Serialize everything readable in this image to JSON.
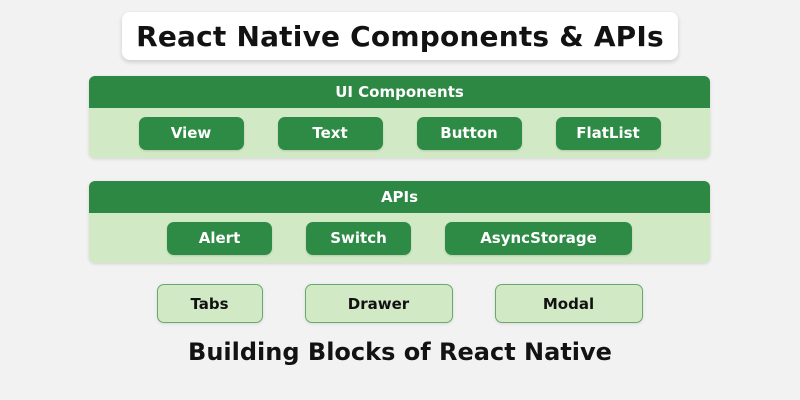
{
  "colors": {
    "background": "#f2f2f2",
    "header_green": "#2c8843",
    "pill_green": "#2e8b46",
    "panel_light_green": "#d2e9c6",
    "outline_border": "#69a96d",
    "title_card": "#ffffff",
    "text_dark": "#121212",
    "text_light": "#ffffff"
  },
  "title": {
    "text": "React Native Components & APIs"
  },
  "groups": [
    {
      "header": "UI Components",
      "items": [
        {
          "label": "View"
        },
        {
          "label": "Text"
        },
        {
          "label": "Button"
        },
        {
          "label": "FlatList"
        }
      ]
    },
    {
      "header": "APIs",
      "items": [
        {
          "label": "Alert"
        },
        {
          "label": "Switch"
        },
        {
          "label": "AsyncStorage"
        }
      ]
    }
  ],
  "bottom_row": {
    "items": [
      {
        "label": "Tabs"
      },
      {
        "label": "Drawer"
      },
      {
        "label": "Modal"
      }
    ]
  },
  "footer": {
    "text": "Building Blocks of React Native"
  }
}
